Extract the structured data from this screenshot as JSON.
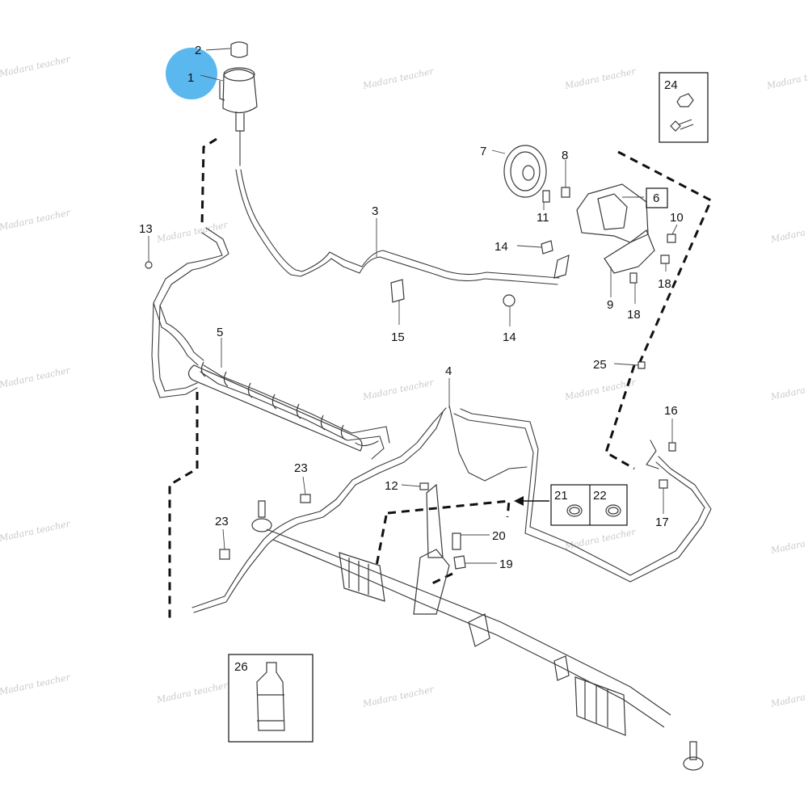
{
  "diagram": {
    "highlight_color": "#5bb8ee",
    "watermark_text": "Madara teacher",
    "callouts": [
      "1",
      "2",
      "3",
      "4",
      "5",
      "6",
      "7",
      "8",
      "9",
      "10",
      "11",
      "12",
      "13",
      "14",
      "14",
      "15",
      "16",
      "17",
      "18",
      "18",
      "19",
      "20",
      "21",
      "22",
      "23",
      "23",
      "24",
      "25",
      "26"
    ]
  }
}
